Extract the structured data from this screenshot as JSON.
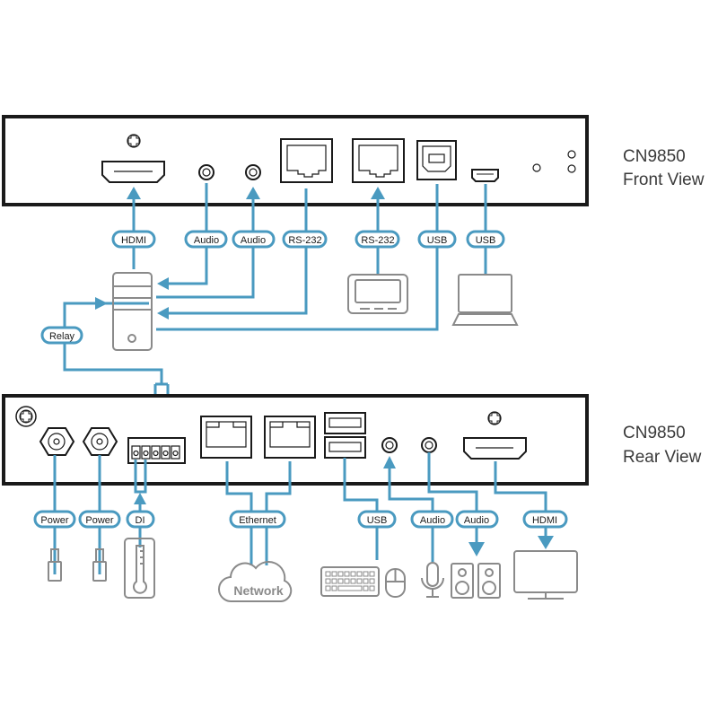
{
  "front": {
    "model": "CN9850",
    "view": "Front View",
    "labels": {
      "hdmi": "HDMI",
      "audio1": "Audio",
      "audio2": "Audio",
      "rs232a": "RS-232",
      "rs232b": "RS-232",
      "usb1": "USB",
      "usb2": "USB"
    },
    "relay": "Relay"
  },
  "rear": {
    "model": "CN9850",
    "view": "Rear View",
    "labels": {
      "power1": "Power",
      "power2": "Power",
      "di": "DI",
      "ethernet": "Ethernet",
      "usb": "USB",
      "audio1": "Audio",
      "audio2": "Audio",
      "hdmi": "HDMI"
    },
    "network": "Network"
  },
  "colors": {
    "wire": "#4a9ac0",
    "panel": "#1a1a1a",
    "device": "#8a8a8a"
  }
}
